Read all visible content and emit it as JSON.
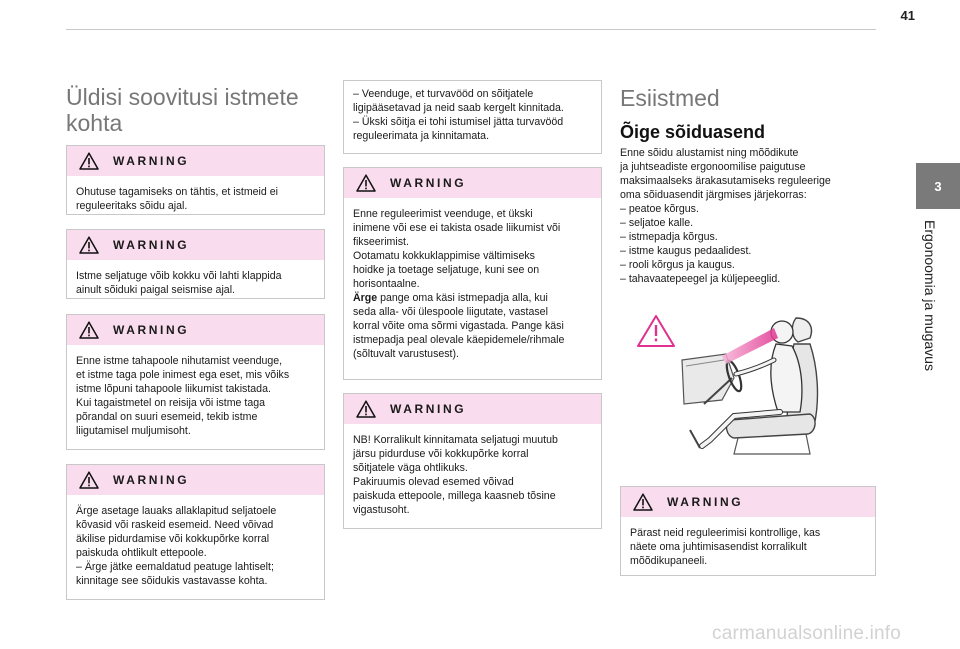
{
  "page": {
    "number": "41",
    "chapter_number": "3",
    "chapter_title": "Ergonoomia ja mugavus",
    "watermark": "carmanualsonline.info"
  },
  "left": {
    "heading_line1": "Üldisi soovitusi istmete",
    "heading_line2": "kohta",
    "warnings": [
      {
        "title": "WARNING",
        "lines": [
          "Ohutuse tagamiseks on tähtis, et istmeid ei",
          "reguleeritaks sõidu ajal."
        ]
      },
      {
        "title": "WARNING",
        "lines": [
          "Istme seljatuge võib kokku või lahti klappida",
          "ainult sõiduki paigal seismise ajal."
        ]
      },
      {
        "title": "WARNING",
        "lines": [
          "Enne istme tahapoole nihutamist veenduge,",
          "et istme taga pole inimest ega eset, mis võiks",
          "istme lõpuni tahapoole liikumist takistada.",
          "Kui tagaistmetel on reisija või istme taga",
          "põrandal on suuri esemeid, tekib istme",
          "liigutamisel muljumisoht."
        ]
      },
      {
        "title": "WARNING",
        "lines": [
          "Ärge asetage lauaks allaklapitud seljatoele",
          "kõvasid või raskeid esemeid. Need võivad",
          "äkilise pidurdamise või kokkupõrke korral",
          "paiskuda ohtlikult ettepoole.",
          "–  Ärge jätke eemaldatud peatuge lahtiselt;",
          "kinnitage see sõidukis vastavasse kohta."
        ]
      }
    ]
  },
  "middle": {
    "top_box_lines": [
      "–  Veenduge, et turvavööd on sõitjatele",
      "ligipääsetavad ja neid saab kergelt kinnitada.",
      "–  Ükski sõitja ei tohi istumisel jätta turvavööd",
      "reguleerimata ja kinnitamata."
    ],
    "warnings": [
      {
        "title": "WARNING",
        "lines": [
          "Enne reguleerimist veenduge, et ükski",
          "inimene või ese ei takista osade liikumist või",
          "fikseerimist.",
          "Ootamatu kokkuklappimise vältimiseks",
          "hoidke ja toetage seljatuge, kuni see on",
          "horisontaalne."
        ],
        "bold_word": "Ärge",
        "bold_line_rest": " pange oma käsi istmepadja alla, kui",
        "lines_after": [
          "seda alla- või ülespoole liigutate, vastasel",
          "korral võite oma sõrmi vigastada. Pange käsi",
          "istmepadja peal olevale käepidemele/rihmale",
          "(sõltuvalt varustusest)."
        ]
      },
      {
        "title": "WARNING",
        "lines": [
          "NB! Korralikult kinnitamata seljatugi muutub",
          "järsu pidurduse või kokkupõrke korral",
          "sõitjatele väga ohtlikuks.",
          "Pakiruumis olevad esemed võivad",
          "paiskuda ettepoole, millega kaasneb tõsine",
          "vigastusoht."
        ]
      }
    ]
  },
  "right": {
    "heading": "Esiistmed",
    "subheading": "Õige sõiduasend",
    "intro_lines": [
      "Enne sõidu alustamist ning mõõdikute",
      "ja juhtseadiste ergonoomilise paigutuse",
      "maksimaalseks ärakasutamiseks reguleerige",
      "oma sõiduasendit järgmises järjekorras:"
    ],
    "list": [
      "–  peatoe kõrgus.",
      "–  seljatoe kalle.",
      "–  istmepadja kõrgus.",
      "–  istme kaugus pedaalidest.",
      "–  rooli kõrgus ja kaugus.",
      "–  tahavaatepeegel ja küljepeeglid."
    ],
    "warning": {
      "title": "WARNING",
      "lines": [
        "Pärast neid reguleerimisi kontrollige, kas",
        "näete oma juhtimisasendist korralikult",
        "mõõdikupaneeli."
      ]
    }
  },
  "colors": {
    "warning_header_bg": "#f9dcee",
    "warning_icon_accent": "#e0318e",
    "chapter_tab_bg": "#7a7a7a",
    "heading_gray": "#777777"
  }
}
